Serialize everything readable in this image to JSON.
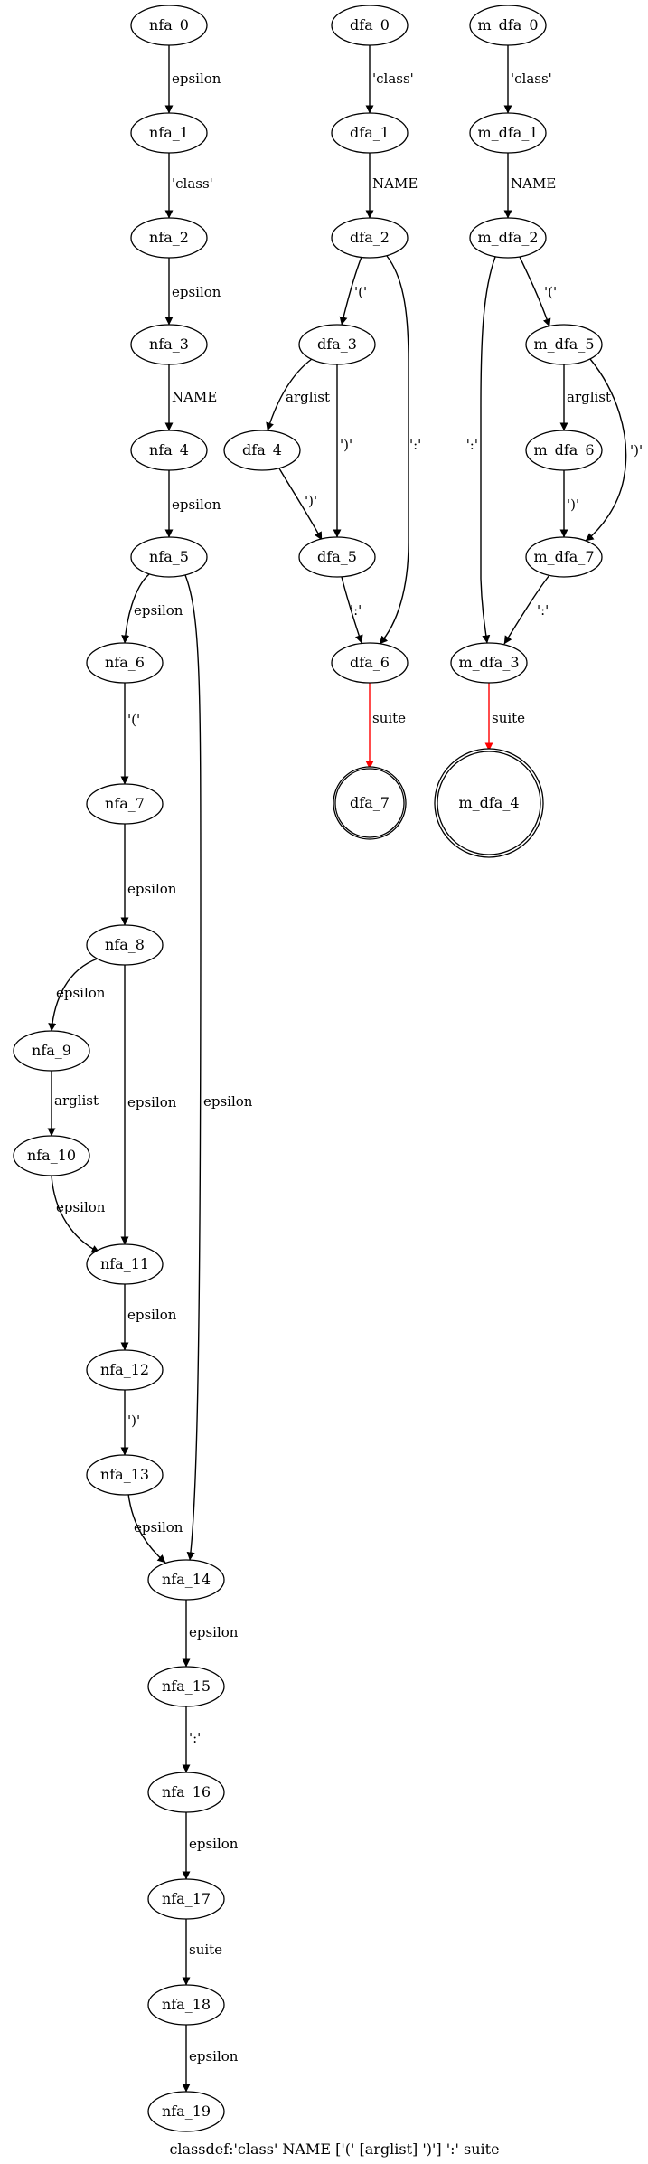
{
  "caption": "classdef:'class' NAME ['(' [arglist] ')'] ':' suite",
  "colors": {
    "normal": "#000000",
    "highlight": "#ff0000"
  },
  "nodes": [
    {
      "id": "nfa_0",
      "label": "nfa_0"
    },
    {
      "id": "nfa_1",
      "label": "nfa_1"
    },
    {
      "id": "nfa_2",
      "label": "nfa_2"
    },
    {
      "id": "nfa_3",
      "label": "nfa_3"
    },
    {
      "id": "nfa_4",
      "label": "nfa_4"
    },
    {
      "id": "nfa_5",
      "label": "nfa_5"
    },
    {
      "id": "nfa_6",
      "label": "nfa_6"
    },
    {
      "id": "nfa_7",
      "label": "nfa_7"
    },
    {
      "id": "nfa_8",
      "label": "nfa_8"
    },
    {
      "id": "nfa_9",
      "label": "nfa_9"
    },
    {
      "id": "nfa_10",
      "label": "nfa_10"
    },
    {
      "id": "nfa_11",
      "label": "nfa_11"
    },
    {
      "id": "nfa_12",
      "label": "nfa_12"
    },
    {
      "id": "nfa_13",
      "label": "nfa_13"
    },
    {
      "id": "nfa_14",
      "label": "nfa_14"
    },
    {
      "id": "nfa_15",
      "label": "nfa_15"
    },
    {
      "id": "nfa_16",
      "label": "nfa_16"
    },
    {
      "id": "nfa_17",
      "label": "nfa_17"
    },
    {
      "id": "nfa_18",
      "label": "nfa_18"
    },
    {
      "id": "nfa_19",
      "label": "nfa_19"
    },
    {
      "id": "dfa_0",
      "label": "dfa_0"
    },
    {
      "id": "dfa_1",
      "label": "dfa_1"
    },
    {
      "id": "dfa_2",
      "label": "dfa_2"
    },
    {
      "id": "dfa_3",
      "label": "dfa_3"
    },
    {
      "id": "dfa_4",
      "label": "dfa_4"
    },
    {
      "id": "dfa_5",
      "label": "dfa_5"
    },
    {
      "id": "dfa_6",
      "label": "dfa_6"
    },
    {
      "id": "dfa_7",
      "label": "dfa_7",
      "accepting": true
    },
    {
      "id": "m_dfa_0",
      "label": "m_dfa_0"
    },
    {
      "id": "m_dfa_1",
      "label": "m_dfa_1"
    },
    {
      "id": "m_dfa_2",
      "label": "m_dfa_2"
    },
    {
      "id": "m_dfa_5",
      "label": "m_dfa_5"
    },
    {
      "id": "m_dfa_6",
      "label": "m_dfa_6"
    },
    {
      "id": "m_dfa_7",
      "label": "m_dfa_7"
    },
    {
      "id": "m_dfa_3",
      "label": "m_dfa_3"
    },
    {
      "id": "m_dfa_4",
      "label": "m_dfa_4",
      "accepting": true
    }
  ],
  "edges": [
    {
      "from": "nfa_0",
      "to": "nfa_1",
      "label": "epsilon"
    },
    {
      "from": "nfa_1",
      "to": "nfa_2",
      "label": "'class'"
    },
    {
      "from": "nfa_2",
      "to": "nfa_3",
      "label": "epsilon"
    },
    {
      "from": "nfa_3",
      "to": "nfa_4",
      "label": "NAME"
    },
    {
      "from": "nfa_4",
      "to": "nfa_5",
      "label": "epsilon"
    },
    {
      "from": "nfa_5",
      "to": "nfa_6",
      "label": "epsilon"
    },
    {
      "from": "nfa_5",
      "to": "nfa_14",
      "label": "epsilon"
    },
    {
      "from": "nfa_6",
      "to": "nfa_7",
      "label": "'('"
    },
    {
      "from": "nfa_7",
      "to": "nfa_8",
      "label": "epsilon"
    },
    {
      "from": "nfa_8",
      "to": "nfa_9",
      "label": "epsilon"
    },
    {
      "from": "nfa_8",
      "to": "nfa_11",
      "label": "epsilon"
    },
    {
      "from": "nfa_9",
      "to": "nfa_10",
      "label": "arglist"
    },
    {
      "from": "nfa_10",
      "to": "nfa_11",
      "label": "epsilon"
    },
    {
      "from": "nfa_11",
      "to": "nfa_12",
      "label": "epsilon"
    },
    {
      "from": "nfa_12",
      "to": "nfa_13",
      "label": "')'"
    },
    {
      "from": "nfa_13",
      "to": "nfa_14",
      "label": "epsilon"
    },
    {
      "from": "nfa_14",
      "to": "nfa_15",
      "label": "epsilon"
    },
    {
      "from": "nfa_15",
      "to": "nfa_16",
      "label": "':'"
    },
    {
      "from": "nfa_16",
      "to": "nfa_17",
      "label": "epsilon"
    },
    {
      "from": "nfa_17",
      "to": "nfa_18",
      "label": "suite"
    },
    {
      "from": "nfa_18",
      "to": "nfa_19",
      "label": "epsilon"
    },
    {
      "from": "dfa_0",
      "to": "dfa_1",
      "label": "'class'"
    },
    {
      "from": "dfa_1",
      "to": "dfa_2",
      "label": "NAME"
    },
    {
      "from": "dfa_2",
      "to": "dfa_3",
      "label": "'('"
    },
    {
      "from": "dfa_2",
      "to": "dfa_6",
      "label": "':'"
    },
    {
      "from": "dfa_3",
      "to": "dfa_4",
      "label": "arglist"
    },
    {
      "from": "dfa_3",
      "to": "dfa_5",
      "label": "')'"
    },
    {
      "from": "dfa_4",
      "to": "dfa_5",
      "label": "')'"
    },
    {
      "from": "dfa_5",
      "to": "dfa_6",
      "label": "':'"
    },
    {
      "from": "dfa_6",
      "to": "dfa_7",
      "label": "suite",
      "highlight": true
    },
    {
      "from": "m_dfa_0",
      "to": "m_dfa_1",
      "label": "'class'"
    },
    {
      "from": "m_dfa_1",
      "to": "m_dfa_2",
      "label": "NAME"
    },
    {
      "from": "m_dfa_2",
      "to": "m_dfa_5",
      "label": "'('"
    },
    {
      "from": "m_dfa_2",
      "to": "m_dfa_3",
      "label": "':'"
    },
    {
      "from": "m_dfa_5",
      "to": "m_dfa_6",
      "label": "arglist"
    },
    {
      "from": "m_dfa_5",
      "to": "m_dfa_7",
      "label": "')'"
    },
    {
      "from": "m_dfa_6",
      "to": "m_dfa_7",
      "label": "')'"
    },
    {
      "from": "m_dfa_7",
      "to": "m_dfa_3",
      "label": "':'"
    },
    {
      "from": "m_dfa_3",
      "to": "m_dfa_4",
      "label": "suite",
      "highlight": true
    }
  ]
}
